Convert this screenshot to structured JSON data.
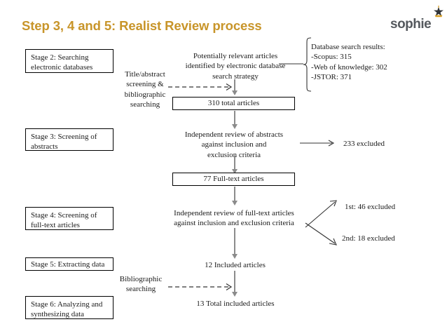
{
  "slide": {
    "title": "Step 3, 4 and 5: Realist Review process",
    "title_color": "#c8952a",
    "logo": {
      "wordmark": "sophie",
      "star_icon": "star-icon",
      "color": "#55595e"
    }
  },
  "stages": [
    {
      "id": "stage-2",
      "label": "Stage 2: Searching\nelectronic databases",
      "line1": "Stage 2: Searching",
      "line2": "electronic databases"
    },
    {
      "id": "stage-3",
      "label": "Stage 3: Screening of\nabstracts",
      "line1": "Stage 3: Screening of",
      "line2": "abstracts"
    },
    {
      "id": "stage-4",
      "label": "Stage 4: Screening of\nfull-text articles",
      "line1": "Stage 4: Screening of",
      "line2": "full-text articles"
    },
    {
      "id": "stage-5",
      "label": "Stage 5: Extracting data",
      "line1": "Stage 5: Extracting data",
      "line2": ""
    },
    {
      "id": "stage-6",
      "label": "Stage 6: Analyzing and\nsynthesizing data",
      "line1": "Stage 6: Analyzing and",
      "line2": "synthesizing data"
    }
  ],
  "flow": {
    "top_text": {
      "line1": "Potentially relevant articles",
      "line2": "identified by electronic database",
      "line3": "search strategy"
    },
    "side_label_title_abstract": {
      "line1": "Title/abstract",
      "line2": "screening &",
      "line3": "bibliographic",
      "line4": "searching"
    },
    "box_310": "310 total articles",
    "review_abstracts": {
      "line1": "Independent review of abstracts",
      "line2": "against inclusion and",
      "line3": "exclusion criteria"
    },
    "excluded_233": "233 excluded",
    "box_77": "77 Full-text articles",
    "review_fulltext": {
      "line1": "Independent review of full-text articles",
      "line2": "against inclusion and exclusion criteria"
    },
    "excluded_1st": "1st: 46 excluded",
    "excluded_2nd": "2nd: 18 excluded",
    "included_12": "12 Included articles",
    "bibliographic_searching": {
      "line1": "Bibliographic",
      "line2": "searching"
    },
    "total_included_13": "13 Total included articles"
  },
  "callout": {
    "title": "Database search results:",
    "items": [
      "-Scopus: 315",
      "-Web of knowledge: 302",
      "-JSTOR: 371"
    ]
  }
}
